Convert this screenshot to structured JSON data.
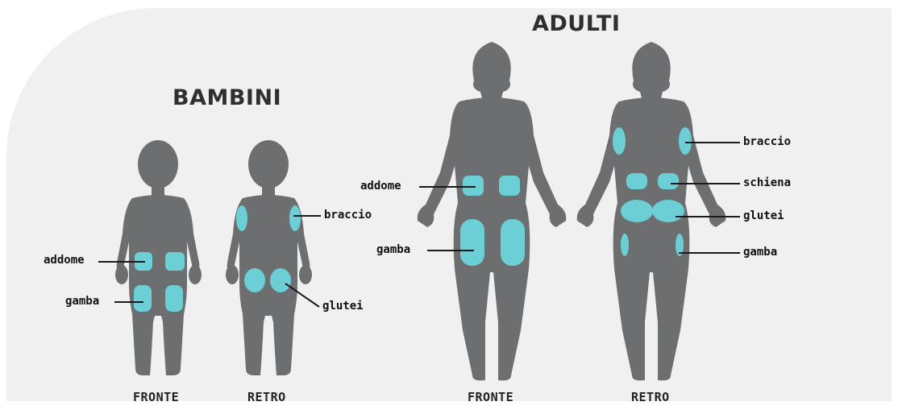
{
  "titles": {
    "children": "BAMBINI",
    "adults": "ADULTI"
  },
  "captions": {
    "children_front": "FRONTE",
    "children_back": "RETRO",
    "adults_front": "FRONTE",
    "adults_back": "RETRO"
  },
  "labels": {
    "child_front": {
      "abdomen": "addome",
      "leg": "gamba"
    },
    "child_back": {
      "arm": "braccio",
      "glutes": "glutei"
    },
    "adult_front": {
      "abdomen": "addome",
      "leg": "gamba"
    },
    "adult_back": {
      "arm": "braccio",
      "back": "schiena",
      "glutes": "glutei",
      "leg": "gamba"
    }
  },
  "colors": {
    "silhouette": "#6d6e70",
    "injection_site": "#6ccfd6",
    "background_panel": "#f0f0f0"
  }
}
